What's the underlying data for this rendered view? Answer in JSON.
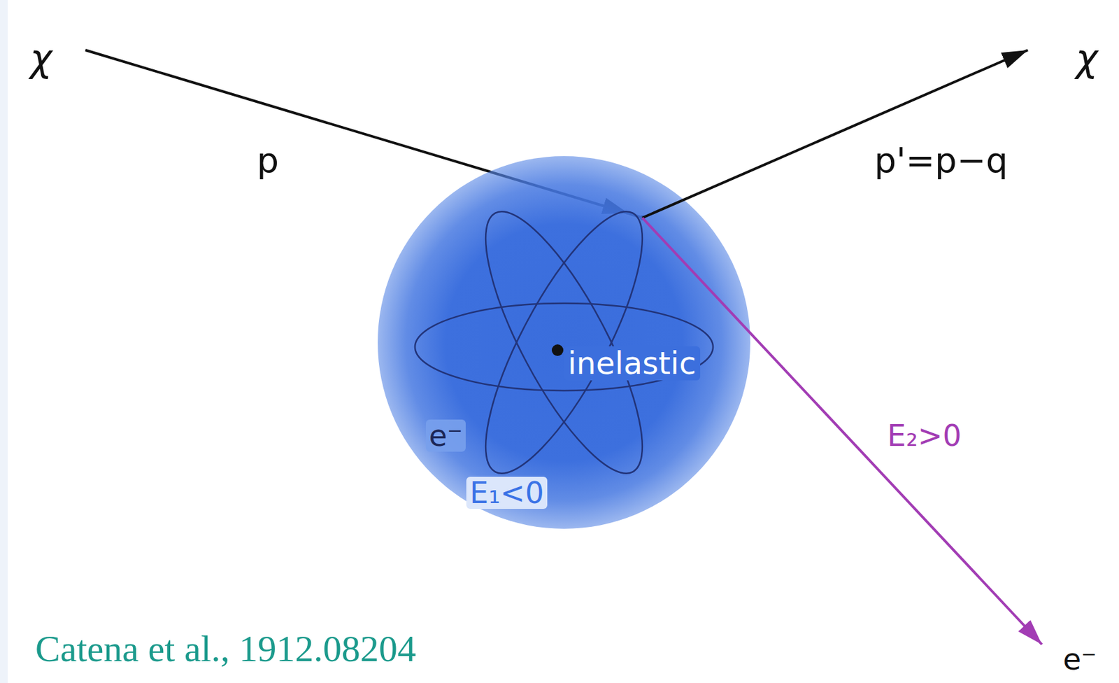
{
  "diagram": {
    "nodes": [
      {
        "text": [
          "inelastic"
        ]
      }
    ],
    "labels": [
      "χ",
      "p",
      "p'=p−q",
      "χ",
      "e⁻",
      "E₁<0",
      "E₂>0",
      "e⁻",
      "Catena et al., 1912.08204"
    ]
  }
}
